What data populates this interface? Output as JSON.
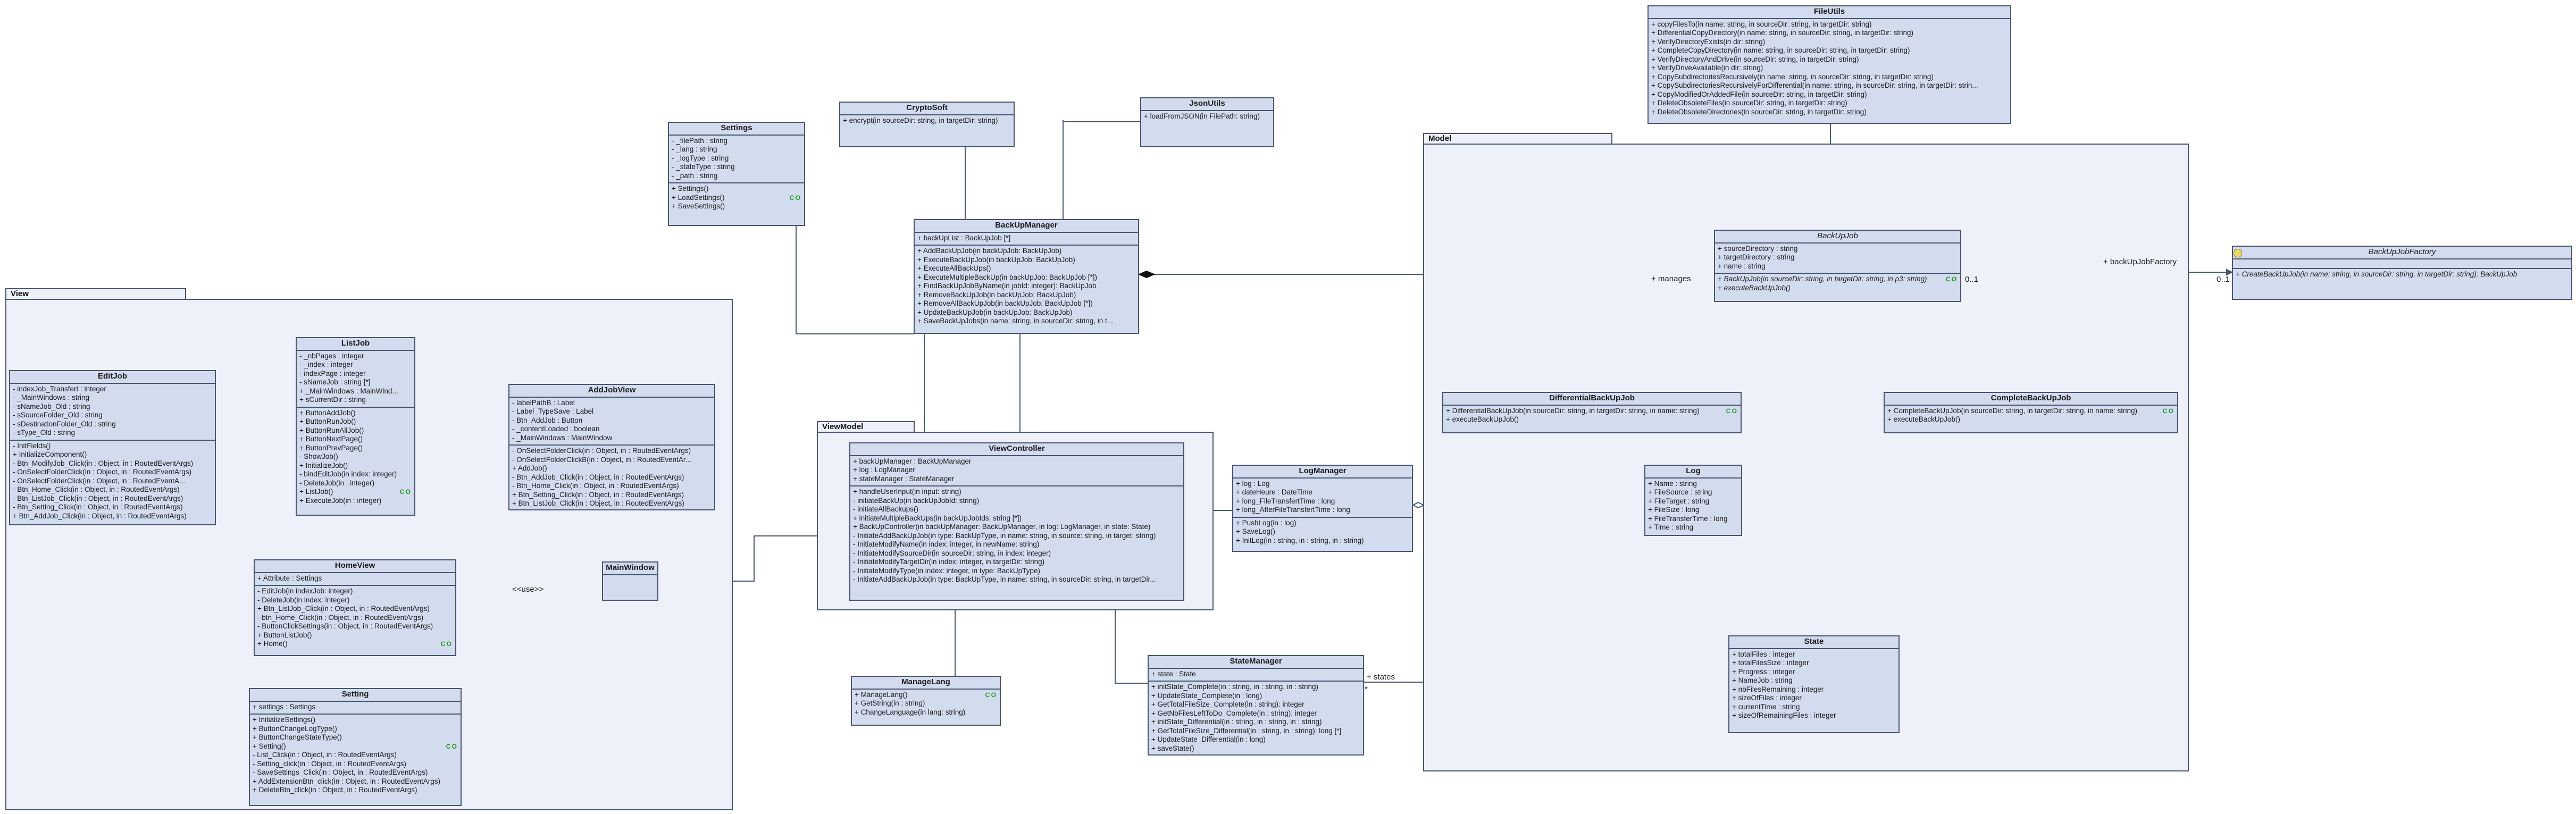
{
  "packages": {
    "model": "Model",
    "view": "View",
    "viewmodel": "ViewModel"
  },
  "labels": {
    "manages": "+ manages",
    "backupjobfactory": "+ backUpJobFactory",
    "states": "+ states",
    "star": "*",
    "uses": "<<use>>",
    "mult0": "0..1",
    "mult1": "0..1"
  },
  "classes": [
    {
      "id": "fileutils",
      "name": "FileUtils",
      "sections": [
        [
          "+ copyFilesTo(in name: string, in sourceDir: string, in targetDir: string)",
          "+ DifferentialCopyDirectory(in name: string, in sourceDir: string, in targetDir: string)",
          "+ VerifyDirectoryExists(in dir: string)",
          "+ CompleteCopyDirectory(in name: string, in sourceDir: string, in targetDir: string)",
          "+ VerifyDirectoryAndDrive(in sourceDir: string, in targetDir: string)",
          "+ VerifyDriveAvailable(in dir: string)",
          "+ CopySubdirectoriesRecursively(in name: string, in sourceDir: string, in targetDir: string)",
          "+ CopySubdirectoriesRecursivelyForDifferential(in name: string, in sourceDir: string, in targetDir: strin...",
          "+ CopyModifiedOrAddedFile(in sourceDir: string, in targetDir: string)",
          "+ DeleteObsoleteFiles(in sourceDir: string, in targetDir: string)",
          "+ DeleteObsoleteDirectories(in sourceDir: string, in targetDir: string)"
        ]
      ]
    },
    {
      "id": "jsonutils",
      "name": "JsonUtils",
      "sections": [
        [
          "+ loadFromJSON(in FilePath: string)"
        ]
      ]
    },
    {
      "id": "cryptosoft",
      "name": "CryptoSoft",
      "sections": [
        [
          "+ encrypt(in sourceDir: string, in targetDir: string)"
        ]
      ]
    },
    {
      "id": "settings",
      "name": "Settings",
      "sections": [
        [
          "- _filePath : string",
          "- _lang : string",
          "- _logType : string",
          "- _stateType : string",
          "- _path : string"
        ],
        [
          "+ Settings()",
          "+ LoadSettings()",
          "+ SaveSettings()"
        ]
      ]
    },
    {
      "id": "backupmanager",
      "name": "BackUpManager",
      "sections": [
        [
          "+ backUpList : BackUpJob [*]"
        ],
        [
          "+ AddBackUpJob(in backUpJob: BackUpJob)",
          "+ ExecuteBackUpJob(in backUpJob: BackUpJob)",
          "+ ExecuteAllBackUps()",
          "+ ExecuteMultipleBackUp(in backUpJob: BackUpJob [*])",
          "+ FindBackUpJobByName(in jobId: integer): BackUpJob",
          "+ RemoveBackUpJob(in backUpJob: BackUpJob)",
          "+ RemoveAllBackUpJob(in backUpJob: BackUpJob [*])",
          "+ UpdateBackUpJob(in backUpJob: BackUpJob)",
          "+ SaveBackUpJobs(in name: string, in sourceDir: string, in t..."
        ]
      ]
    },
    {
      "id": "backupjob",
      "name": "BackUpJob",
      "abstract": true,
      "sections": [
        [
          "+ sourceDirectory : string",
          "+ targetDirectory : string",
          "+ name : string"
        ],
        [
          "+ BackUpJob(in sourceDir: string, in targetDir: string, in p3: string)",
          "+ executeBackUpJob()"
        ]
      ]
    },
    {
      "id": "backupjobfactory",
      "name": "BackUpJobFactory",
      "abstract": true,
      "sections": [
        [],
        [
          "+ CreateBackUpJob(in name: string, in sourceDir: string, in targetDir: string): BackUpJob"
        ]
      ]
    },
    {
      "id": "differential",
      "name": "DifferentialBackUpJob",
      "sections": [
        [
          "+ DifferentialBackUpJob(in sourceDir: string, in targetDir: string, in name: string)",
          "+ executeBackUpJob()"
        ]
      ]
    },
    {
      "id": "complete",
      "name": "CompleteBackUpJob",
      "sections": [
        [
          "+ CompleteBackUpJob(in sourceDir: string, in targetDir: string, in name: string)",
          "+ executeBackUpJob()"
        ]
      ]
    },
    {
      "id": "logmanager",
      "name": "LogManager",
      "sections": [
        [
          "+ log : Log",
          "+ dateHeure : DateTime",
          "+ long_FileTransfertTime : long",
          "+ long_AfterFileTransfertTime : long"
        ],
        [
          "+ PushLog(in : log)",
          "+ SaveLog()",
          "+ InitLog(in : string, in : string, in : string)"
        ]
      ]
    },
    {
      "id": "log",
      "name": "Log",
      "sections": [
        [
          "+ Name : string",
          "+ FileSource : string",
          "+ FileTarget : string",
          "+ FileSize : long",
          "+ FileTransferTime : long",
          "+ Time : string"
        ]
      ]
    },
    {
      "id": "viewcontroller",
      "name": "ViewController",
      "sections": [
        [
          "+ backUpManager : BackUpManager",
          "+ log : LogManager",
          "+ stateManager : StateManager"
        ],
        [
          "+ handleUserInput(in input: string)",
          "- initiateBackUp(in backUpJobId: string)",
          "- initiateAllBackups()",
          "+ initiateMultipleBackUps(in backUpJobIds: string [*])",
          "+ BackUpController(in backUpManager: BackUpManager, in log: LogManager, in state: State)",
          "- InitiateAddBackUpJob(in type: BackUpType, in name: string, in source: string, in target: string)",
          "- InitiateModifyName(in index: integer, in newName: string)",
          "- InitiateModifySourceDir(in sourceDir: string, in index: integer)",
          "- InitiateModifyTargetDir(in index: integer, in targetDir: string)",
          "- InitiateModifyType(in index: integer, in type: BackUpType)",
          "- InitiateAddBackUpJob(in type: BackUpType, in name: string, in sourceDir: string, in targetDir..."
        ]
      ]
    },
    {
      "id": "managelang",
      "name": "ManageLang",
      "sections": [
        [
          "+ ManageLang()",
          "+ GetString(in : string)",
          "+ ChangeLanguage(in lang: string)"
        ]
      ]
    },
    {
      "id": "statemanager",
      "name": "StateManager",
      "sections": [
        [
          "+ state : State"
        ],
        [
          "+ initState_Complete(in : string, in : string, in : string)",
          "+ UpdateState_Complete(in : long)",
          "+ GetTotalFileSize_Complete(in : string): integer",
          "+ GetNbFilesLeftToDo_Complete(in : string): integer",
          "+ initState_Differential(in : string, in : string, in : string)",
          "+ GetTotalFileSize_Differential(in : string, in : string): long [*]",
          "+ UpdateState_Differential(in : long)",
          "+ saveState()"
        ]
      ]
    },
    {
      "id": "state",
      "name": "State",
      "sections": [
        [
          "+ totalFiles : integer",
          "+ totalFilesSize : integer",
          "+ Progress : integer",
          "+ NameJob : string",
          "+ nbFilesRemaining : integer",
          "+ sizeOfFiles : integer",
          "+ currentTime : string",
          "+ sizeOfRemainingFiles : integer"
        ]
      ]
    },
    {
      "id": "editjob",
      "name": "EditJob",
      "sections": [
        [
          "- indexJob_Transfert : integer",
          "- _MainWindows : string",
          "- sNameJob_Old : string",
          "- sSourceFolder_Old : string",
          "- sDestinationFolder_Old : string",
          "- sType_Old : string"
        ],
        [
          "- InitFields()",
          "+ InitializeComponent()",
          "- Btn_ModifyJob_Click(in : Object, in : RoutedEventArgs)",
          "- OnSelectFolderClick(in : Object, in : RoutedEventArgs)",
          "- OnSelectFolderClick(in : Object, in : RoutedEventA...",
          "- Btn_Home_Click(in : Object, in : RoutedEventArgs)",
          "- Btn_ListJob_Click(in : Object, in : RoutedEventArgs)",
          "- Btn_Setting_Click(in : Object, in : RoutedEventArgs)",
          "+ Btn_AddJob_Click(in : Object, in : RoutedEventArgs)"
        ]
      ]
    },
    {
      "id": "listjob",
      "name": "ListJob",
      "sections": [
        [
          "- _nbPages : integer",
          "- _index : integer",
          "- indexPage : integer",
          "- sNameJob : string [*]",
          "+ _MainWindows : MainWind...",
          "+ sCurrentDir : string"
        ],
        [
          "+ ButtonAddJob()",
          "+ ButtonRunJob()",
          "+ ButtonRunAllJob()",
          "+ ButtonNextPage()",
          "+ ButtonPrevPage()",
          "- ShowJob()",
          "+ InitializeJob()",
          "- bindEditJob(in index: integer)",
          "- DeleteJob(in : integer)",
          "+ ListJob()",
          "+ ExecuteJob(in : integer)"
        ]
      ]
    },
    {
      "id": "addjobview",
      "name": "AddJobView",
      "sections": [
        [
          "- labelPathB : Label",
          "- Label_TypeSave : Label",
          "- Btn_AddJob : Button",
          "- _contentLoaded : boolean",
          "- _MainWindows : MainWindow"
        ],
        [
          "- OnSelectFolderClick(in : Object, in : RoutedEventArgs)",
          "- OnSelectFolderClickB(in : Object, in : RoutedEventAr...",
          "+ AddJob()",
          "- Btn_AddJob_Click(in : Object, in : RoutedEventArgs)",
          "- Btn_Home_Click(in : Object, in : RoutedEventArgs)",
          "+ Btn_Setting_Click(in : Object, in : RoutedEventArgs)",
          "+ Btn_ListJob_Click(in : Object, in : RoutedEventArgs)"
        ]
      ]
    },
    {
      "id": "homeview",
      "name": "HomeView",
      "sections": [
        [
          "+ Attribute : Settings"
        ],
        [
          "- EditJob(in indexJob: integer)",
          "- DeleteJob(in index: integer)",
          "+ Btn_ListJob_Click(in : Object, in : RoutedEventArgs)",
          "- btn_Home_Click(in : Object, in : RoutedEventArgs)",
          "- ButtonClickSettings(in : Object, in : RoutedEventArgs)",
          "+ ButtonListJob()",
          "+ Home()"
        ]
      ]
    },
    {
      "id": "mainwindow",
      "name": "MainWindow",
      "sections": [
        []
      ]
    },
    {
      "id": "setting",
      "name": "Setting",
      "sections": [
        [
          "+ settings : Settings"
        ],
        [
          "+ InitializeSettings()",
          "+ ButtonChangeLogType()",
          "+ ButtonChangeStateType()",
          "+ Setting()",
          "- List_Click(in : Object, in : RoutedEventArgs)",
          "- Setting_click(in : Object, in : RoutedEventArgs)",
          "- SaveSettings_Click(in : Object, in : RoutedEventArgs)",
          "+ AddExtensionBtn_click(in : Object, in : RoutedEventArgs)",
          "+ DeleteBtn_click(in : Object, in : RoutedEventArgs)"
        ]
      ]
    }
  ]
}
